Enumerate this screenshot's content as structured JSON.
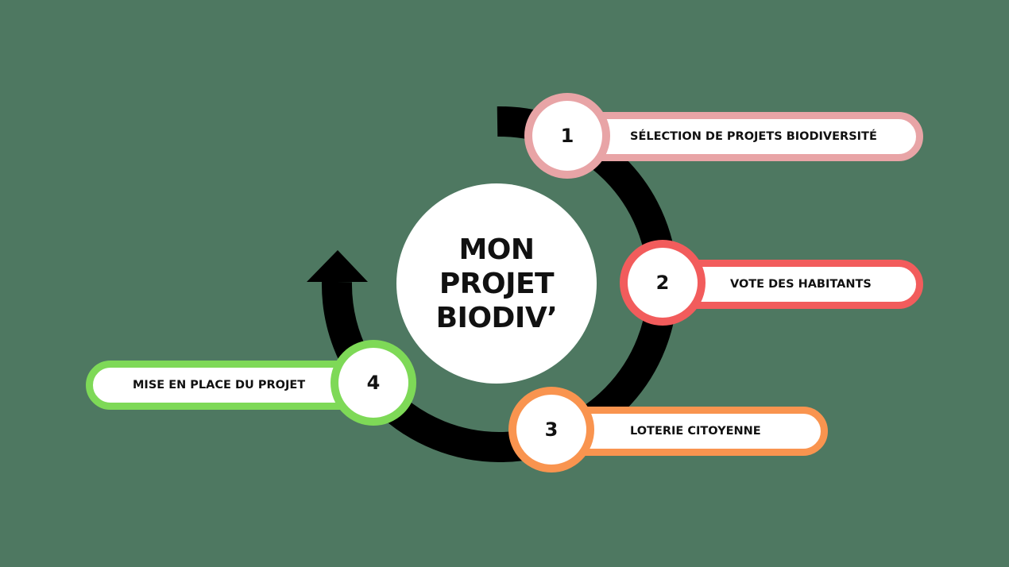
{
  "title_lines": [
    "MON",
    "PROJET",
    "BIODIV’"
  ],
  "steps": [
    {
      "number": "1",
      "label": "SÉLECTION DE PROJETS BIODIVERSITÉ",
      "color": "#e8a4a6"
    },
    {
      "number": "2",
      "label": "VOTE DES HABITANTS",
      "color": "#f25c5c"
    },
    {
      "number": "3",
      "label": "LOTERIE CITOYENNE",
      "color": "#f9944f"
    },
    {
      "number": "4",
      "label": "MISE EN PLACE DU PROJET",
      "color": "#7ed957"
    }
  ],
  "colors": {
    "background": "#4e7861",
    "cycle_arrow": "#000000",
    "fill": "#ffffff"
  }
}
